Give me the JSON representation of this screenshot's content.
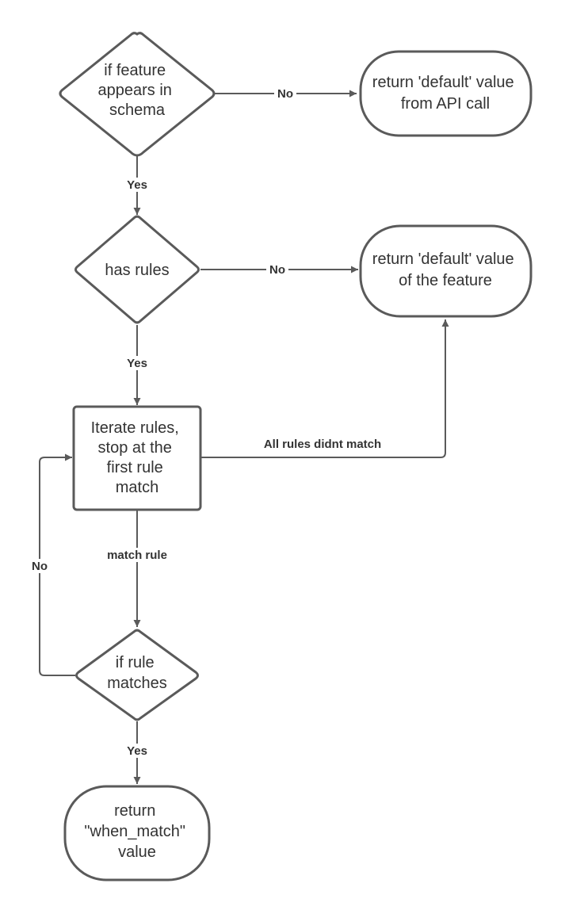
{
  "nodes": {
    "feature_in_schema": {
      "lines": [
        "if feature",
        "appears in",
        "schema"
      ]
    },
    "return_default_api": {
      "lines": [
        "return 'default' value",
        "from API call"
      ]
    },
    "has_rules": {
      "lines": [
        "has rules"
      ]
    },
    "return_default_feature": {
      "lines": [
        "return 'default' value",
        "of the feature"
      ]
    },
    "iterate_rules": {
      "lines": [
        "Iterate rules,",
        "stop at the",
        "first rule",
        "match"
      ]
    },
    "rule_matches": {
      "lines": [
        "if rule",
        "matches"
      ]
    },
    "return_when_match": {
      "lines": [
        "return",
        "\"when_match\"",
        "value"
      ]
    }
  },
  "edges": {
    "schema_no": {
      "label": "No"
    },
    "schema_yes": {
      "label": "Yes"
    },
    "rules_no": {
      "label": "No"
    },
    "rules_yes": {
      "label": "Yes"
    },
    "all_rules_didnt_match": {
      "label": "All rules didnt match"
    },
    "match_rule": {
      "label": "match rule"
    },
    "matches_no": {
      "label": "No"
    },
    "matches_yes": {
      "label": "Yes"
    }
  },
  "colors": {
    "stroke": "#5a5a5a",
    "text": "#333333",
    "background": "#ffffff"
  }
}
